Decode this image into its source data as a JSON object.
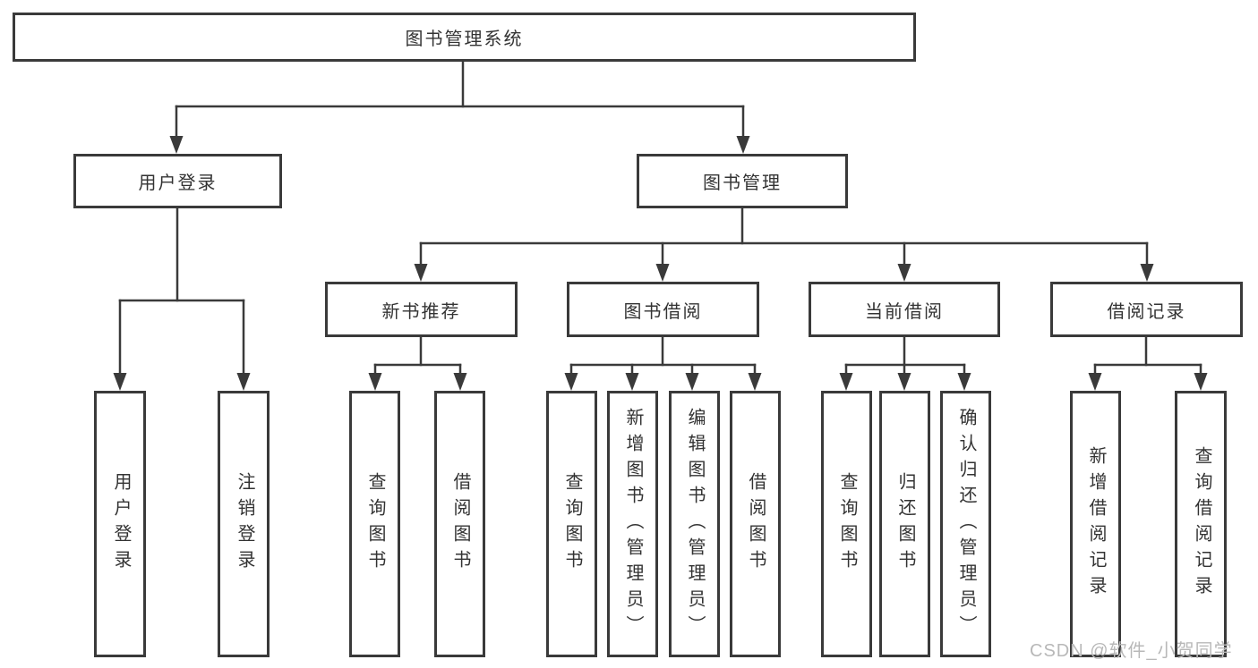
{
  "diagram": {
    "tree": {
      "root": {
        "label": "图书管理系统",
        "children": [
          {
            "label": "用户登录",
            "children": [
              {
                "label": "用户登录"
              },
              {
                "label": "注销登录"
              }
            ]
          },
          {
            "label": "图书管理",
            "children": [
              {
                "label": "新书推荐",
                "children": [
                  {
                    "label": "查询图书"
                  },
                  {
                    "label": "借阅图书"
                  }
                ]
              },
              {
                "label": "图书借阅",
                "children": [
                  {
                    "label": "查询图书"
                  },
                  {
                    "label": "新增图书（管理员）"
                  },
                  {
                    "label": "编辑图书（管理员）"
                  },
                  {
                    "label": "借阅图书"
                  }
                ]
              },
              {
                "label": "当前借阅",
                "children": [
                  {
                    "label": "查询图书"
                  },
                  {
                    "label": "归还图书"
                  },
                  {
                    "label": "确认归还（管理员）"
                  }
                ]
              },
              {
                "label": "借阅记录",
                "children": [
                  {
                    "label": "新增借阅记录"
                  },
                  {
                    "label": "查询借阅记录"
                  }
                ]
              }
            ]
          }
        ]
      }
    },
    "watermark": "CSDN @软件_小贺同学",
    "colors": {
      "line": "#3a3a3a",
      "border": "#3a3a3a",
      "text": "#333333",
      "node_background": "#ffffff",
      "page_background": "#ffffff",
      "watermark": "#b8b8b8"
    }
  }
}
